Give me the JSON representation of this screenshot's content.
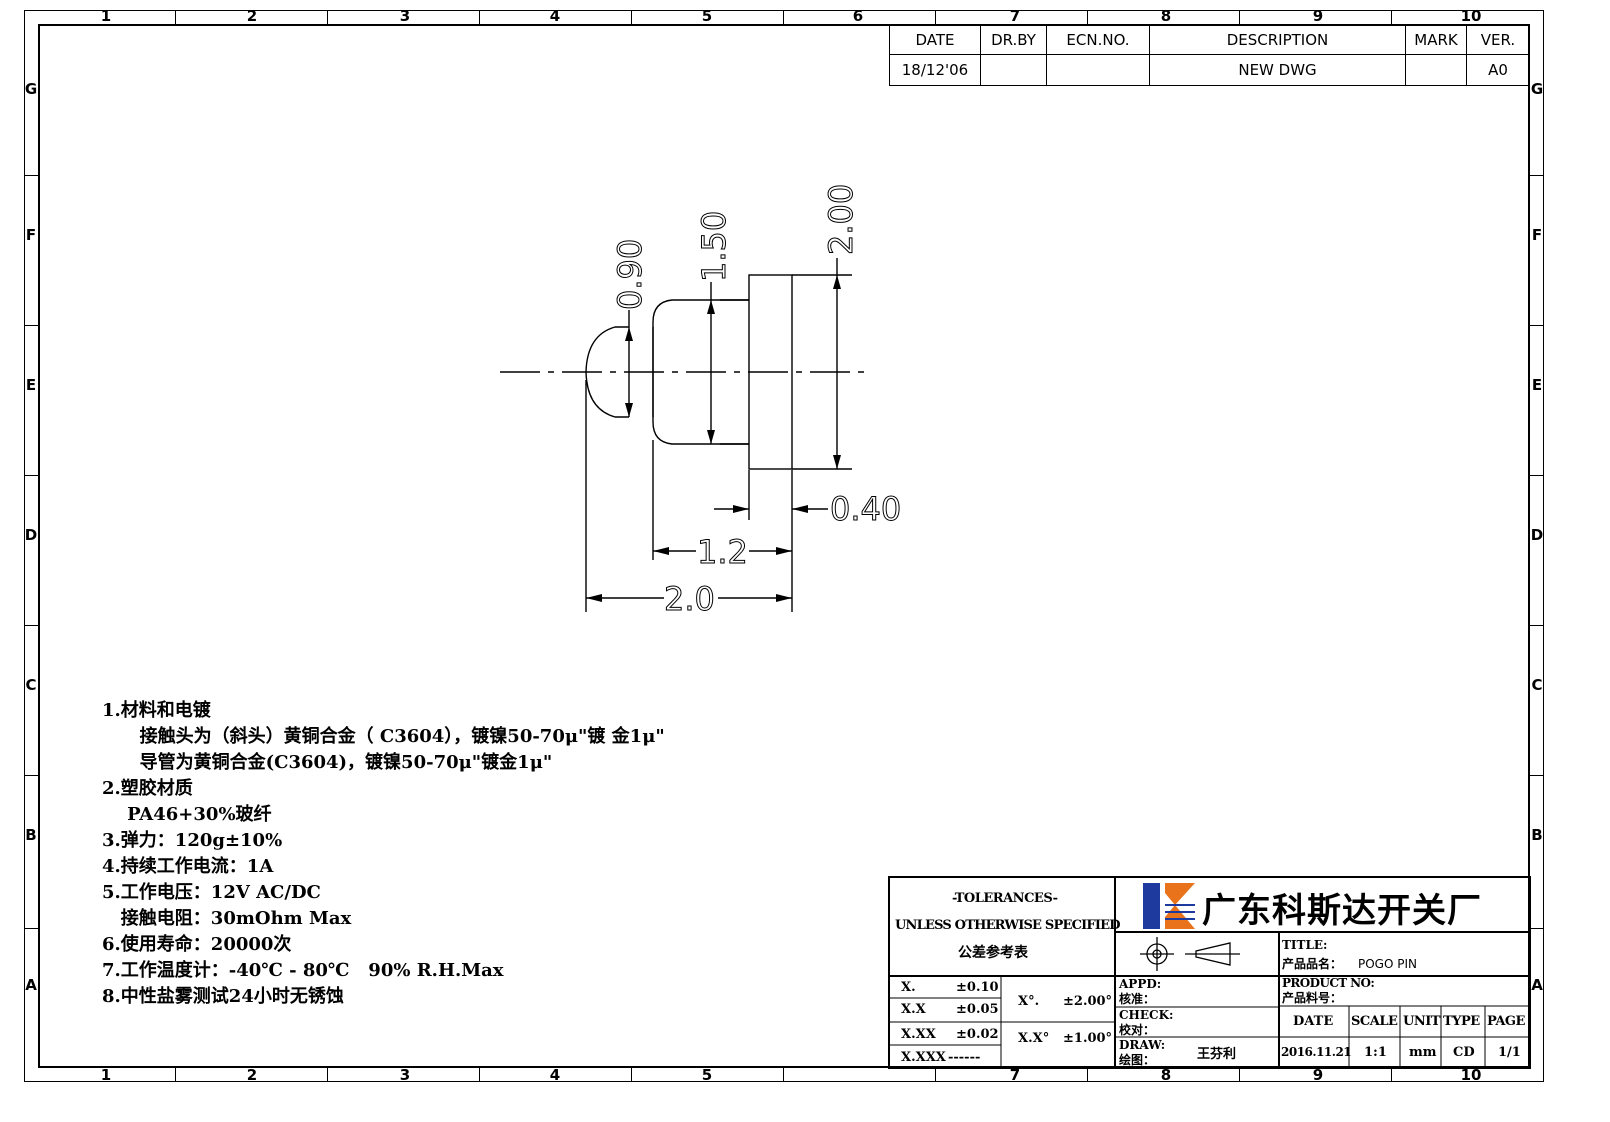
{
  "border": {
    "columns": [
      "1",
      "2",
      "3",
      "4",
      "5",
      "6",
      "7",
      "8",
      "9",
      "10"
    ],
    "bottom_columns": [
      "1",
      "2",
      "3",
      "4",
      "5",
      "7",
      "8",
      "9",
      "10"
    ],
    "rows": [
      "G",
      "F",
      "E",
      "D",
      "C",
      "B",
      "A"
    ]
  },
  "revision_table": {
    "headers": {
      "date": "DATE",
      "drby": "DR.BY",
      "ecn": "ECN.NO.",
      "desc": "DESCRIPTION",
      "mark": "MARK",
      "ver": "VER."
    },
    "row": {
      "date": "18/12'06",
      "drby": "",
      "ecn": "",
      "desc": "NEW DWG",
      "mark": "",
      "ver": "A0"
    }
  },
  "drawing": {
    "dims": {
      "head_dia": "0.90",
      "body_dia": "1.50",
      "flange_dia": "2.00",
      "flange_thk": "0.40",
      "body_len": "1.2",
      "total_len": "2.0"
    }
  },
  "notes": [
    "1.材料和电镀",
    "      接触头为（斜头）黄铜合金（ C3604），镀镍50-70μ\"镀 金1μ\"",
    "      导管为黄铜合金(C3604)，镀镍50-70μ\"镀金1μ\"",
    "2.塑胶材质",
    "    PA46+30%玻纤",
    "3.弹力：120g±10%",
    "4.持续工作电流：1A",
    "5.工作电压：12V AC/DC",
    "   接触电阻：30mOhm Max",
    "6.使用寿命：20000次",
    "7.工作温度计：-40℃ - 80℃   90% R.H.Max",
    "8.中性盐雾测试24小时无锈蚀"
  ],
  "title_block": {
    "tolerances": {
      "title": "-TOLERANCES-",
      "subtitle": "UNLESS OTHERWISE SPECIFIED",
      "cn": "公差参考表",
      "rows": [
        {
          "k": "X.",
          "v": "±0.10"
        },
        {
          "k": "X.X",
          "v": "±0.05"
        },
        {
          "k": "X.XX",
          "v": "±0.02"
        },
        {
          "k": "X.XXX",
          "v": "------"
        }
      ],
      "angles": [
        {
          "k": "X°.",
          "v": "±2.00°"
        },
        {
          "k": "X.X°",
          "v": "±1.00°"
        }
      ]
    },
    "company": "广东科斯达开关厂",
    "appd_label": "APPD:",
    "appd_cn": "核准：",
    "check_label": "CHECK:",
    "check_cn": "校对：",
    "draw_label": "DRAW:",
    "draw_cn": "绘图：",
    "draw_name": "王芬利",
    "title_label": "TITLE:",
    "product_name_label": "产品品名：",
    "product_name": "POGO PIN",
    "product_no_label": "PRODUCT NO:",
    "product_no_cn": "产品料号：",
    "info_headers": {
      "date": "DATE",
      "scale": "SCALE",
      "unit": "UNIT",
      "type": "TYPE",
      "page": "PAGE"
    },
    "info_values": {
      "date": "2016.11.21",
      "scale": "1:1",
      "unit": "mm",
      "type": "CD",
      "page": "1/1"
    }
  },
  "colors": {
    "logo_blue": "#1f3a9e",
    "logo_orange": "#e8731a",
    "ink": "#000000"
  }
}
